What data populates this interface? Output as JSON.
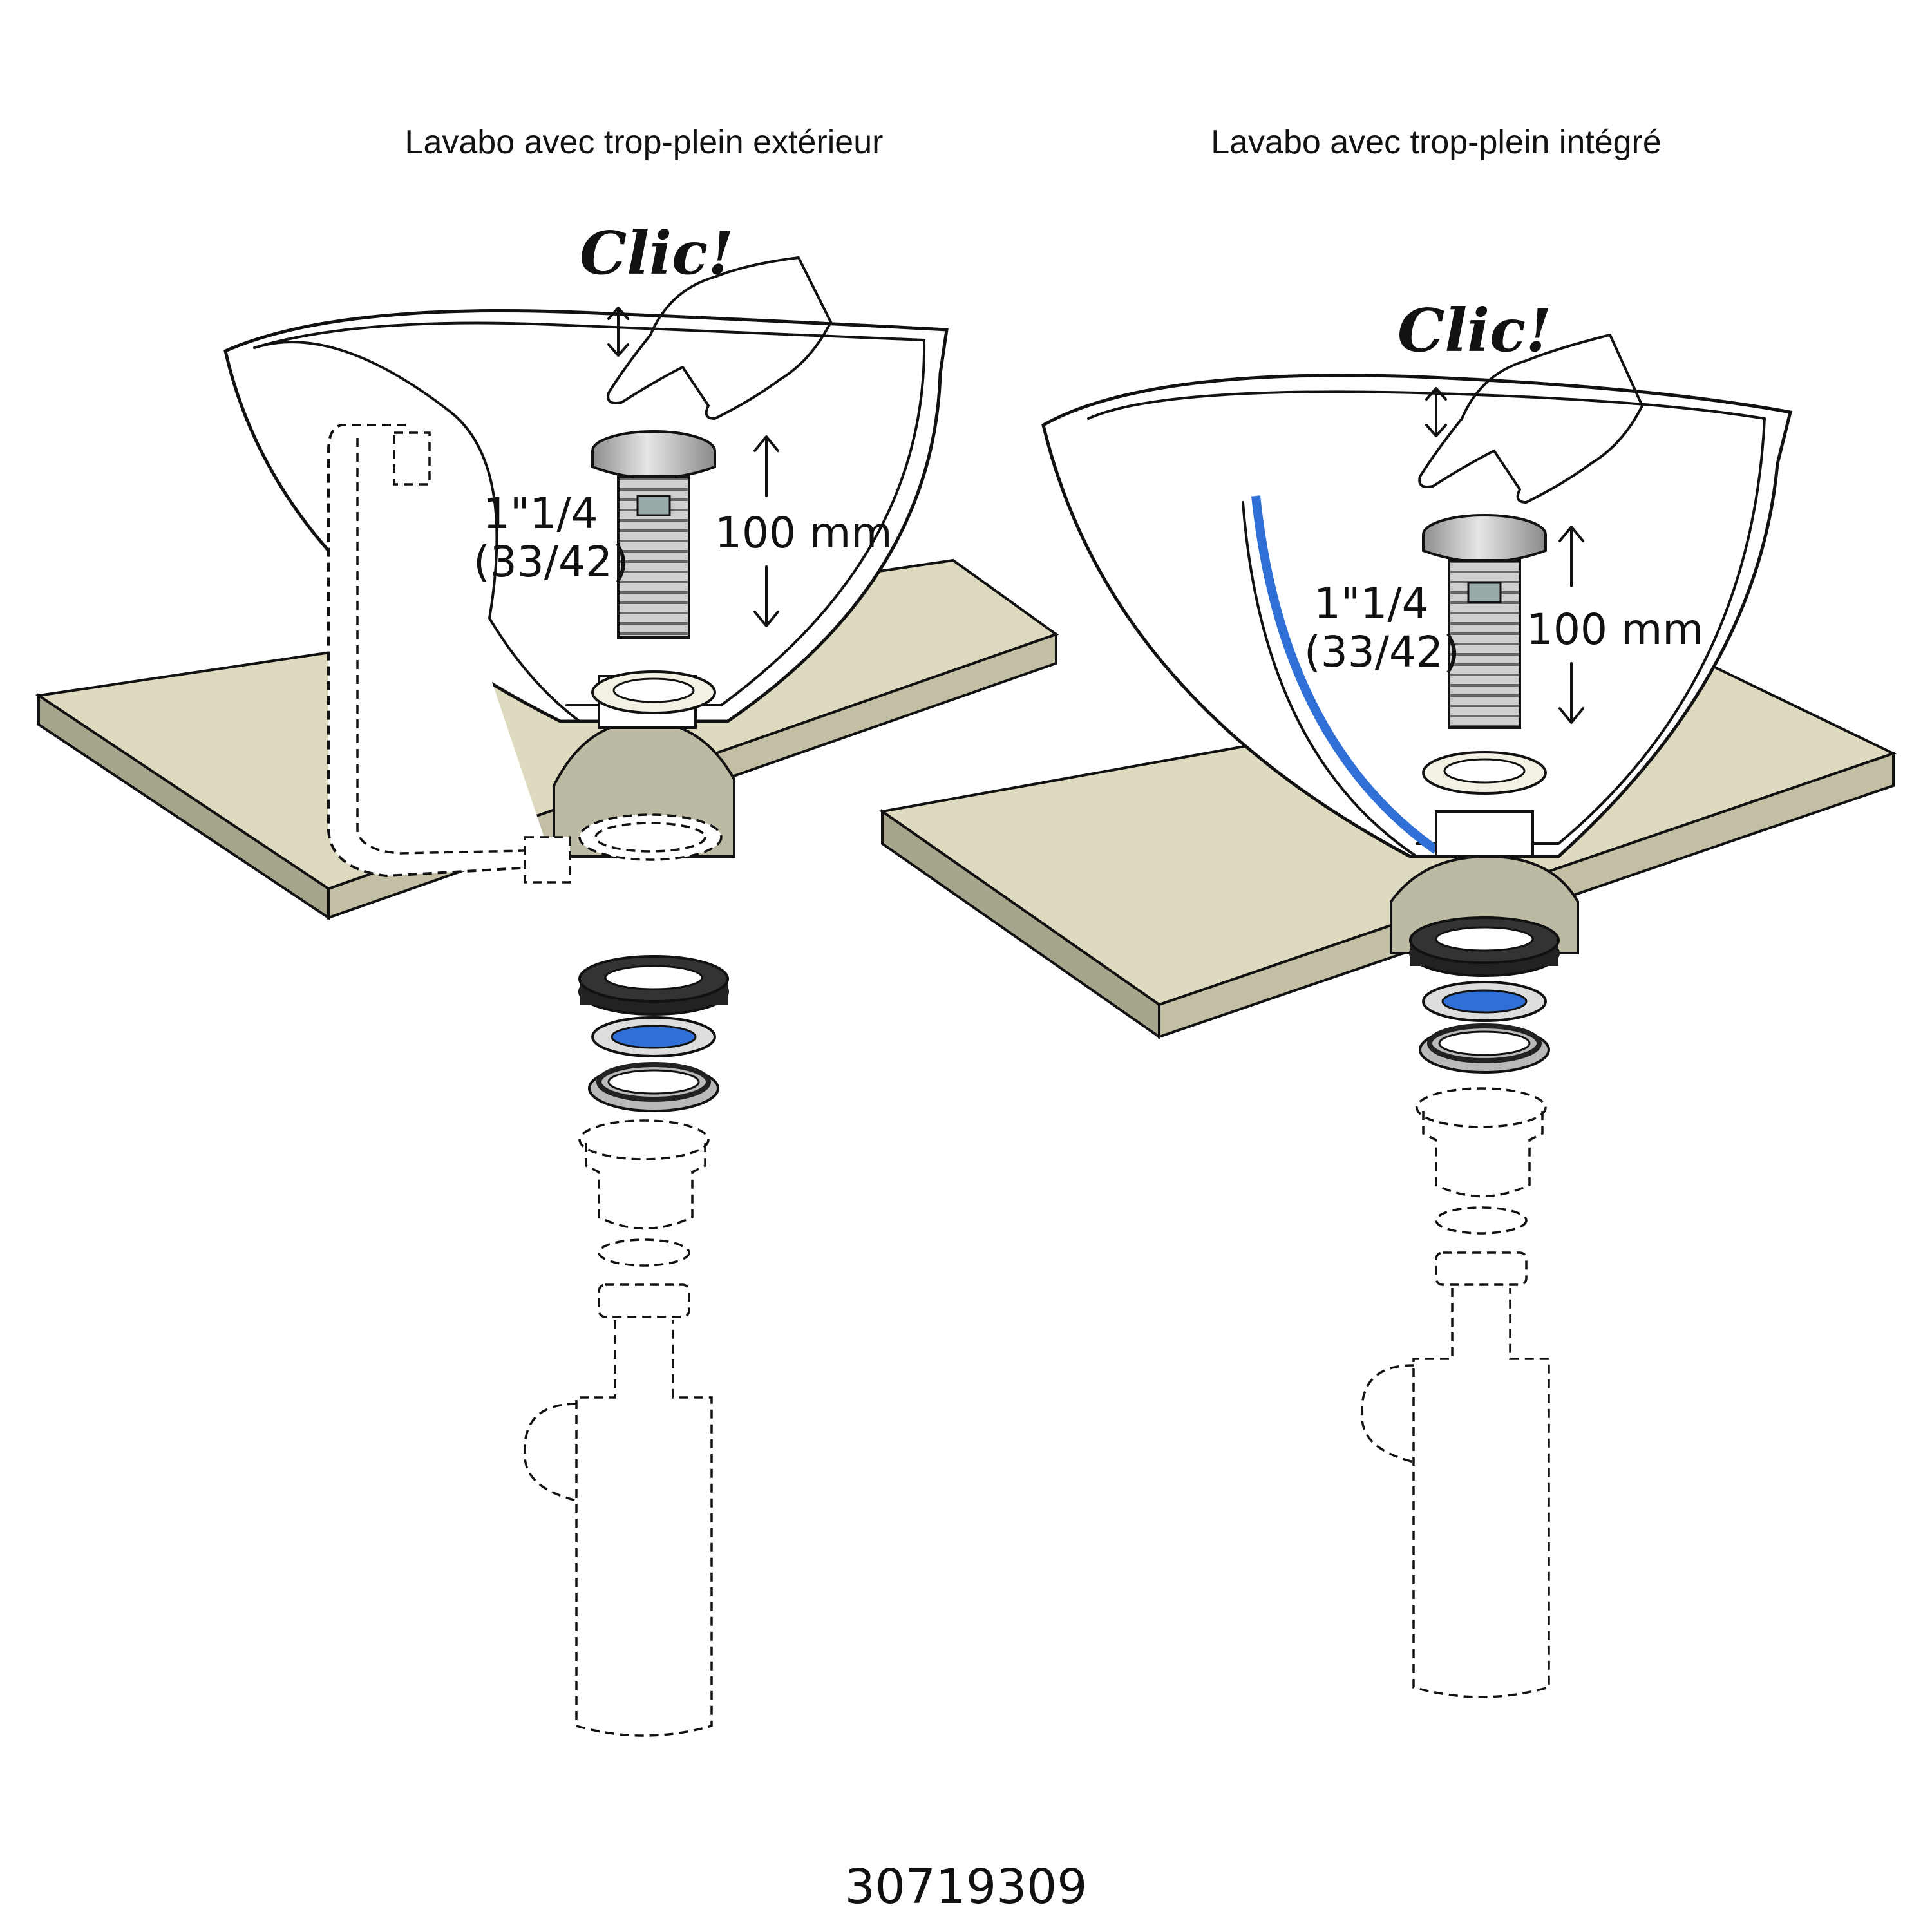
{
  "panels": [
    {
      "title": "Lavabo avec trop-plein extérieur",
      "click_label": "Clic!",
      "size_label_line1": "1\"1/4",
      "size_label_line2": "(33/42)",
      "travel_label": "100 mm"
    },
    {
      "title": "Lavabo avec trop-plein intégré",
      "click_label": "Clic!",
      "size_label_line1": "1\"1/4",
      "size_label_line2": "(33/42)",
      "travel_label": "100 mm"
    }
  ],
  "product_code": "30719309",
  "colors": {
    "countertop_top": "#dedac0",
    "countertop_side": "#a8a58d",
    "gasket_blue": "#2f6fd6",
    "gasket_black": "#222222",
    "chrome": "#b9b9b9",
    "overflow_channel": "#2f6fd6"
  }
}
